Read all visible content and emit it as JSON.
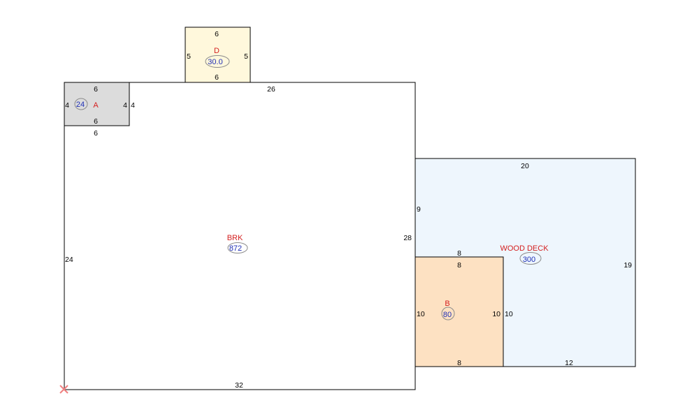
{
  "colors": {
    "main_fill": "#ffffff",
    "a_fill": "#dcdcdc",
    "d_fill": "#fff8dc",
    "deck_fill": "#eef6fd",
    "b_fill": "#fde1c2",
    "label_color": "#d42020",
    "area_color": "#1f2fb5",
    "origin_marker": "#f08080"
  },
  "areas": {
    "main": {
      "label": "BRK",
      "area": "872"
    },
    "a": {
      "label": "A",
      "area": "24"
    },
    "d": {
      "label": "D",
      "area": "30.0"
    },
    "deck": {
      "label": "WOOD DECK",
      "area": "300"
    },
    "b": {
      "label": "B",
      "area": "80"
    }
  },
  "dims": {
    "main_top": "26",
    "main_left": "24",
    "main_right": "28",
    "main_bottom": "32",
    "a_top": "6",
    "a_bottom_inner": "6",
    "a_bottom_outer": "6",
    "a_left": "4",
    "a_right_inner": "4",
    "a_right_outer": "4",
    "d_top": "6",
    "d_bottom": "6",
    "d_left": "5",
    "d_right": "5",
    "deck_top": "20",
    "deck_left": "9",
    "deck_right": "19",
    "deck_bottom": "12",
    "deck_inner_top": "8",
    "deck_inner_side": "10",
    "b_top": "8",
    "b_bottom": "8",
    "b_left": "10",
    "b_right": "10"
  }
}
